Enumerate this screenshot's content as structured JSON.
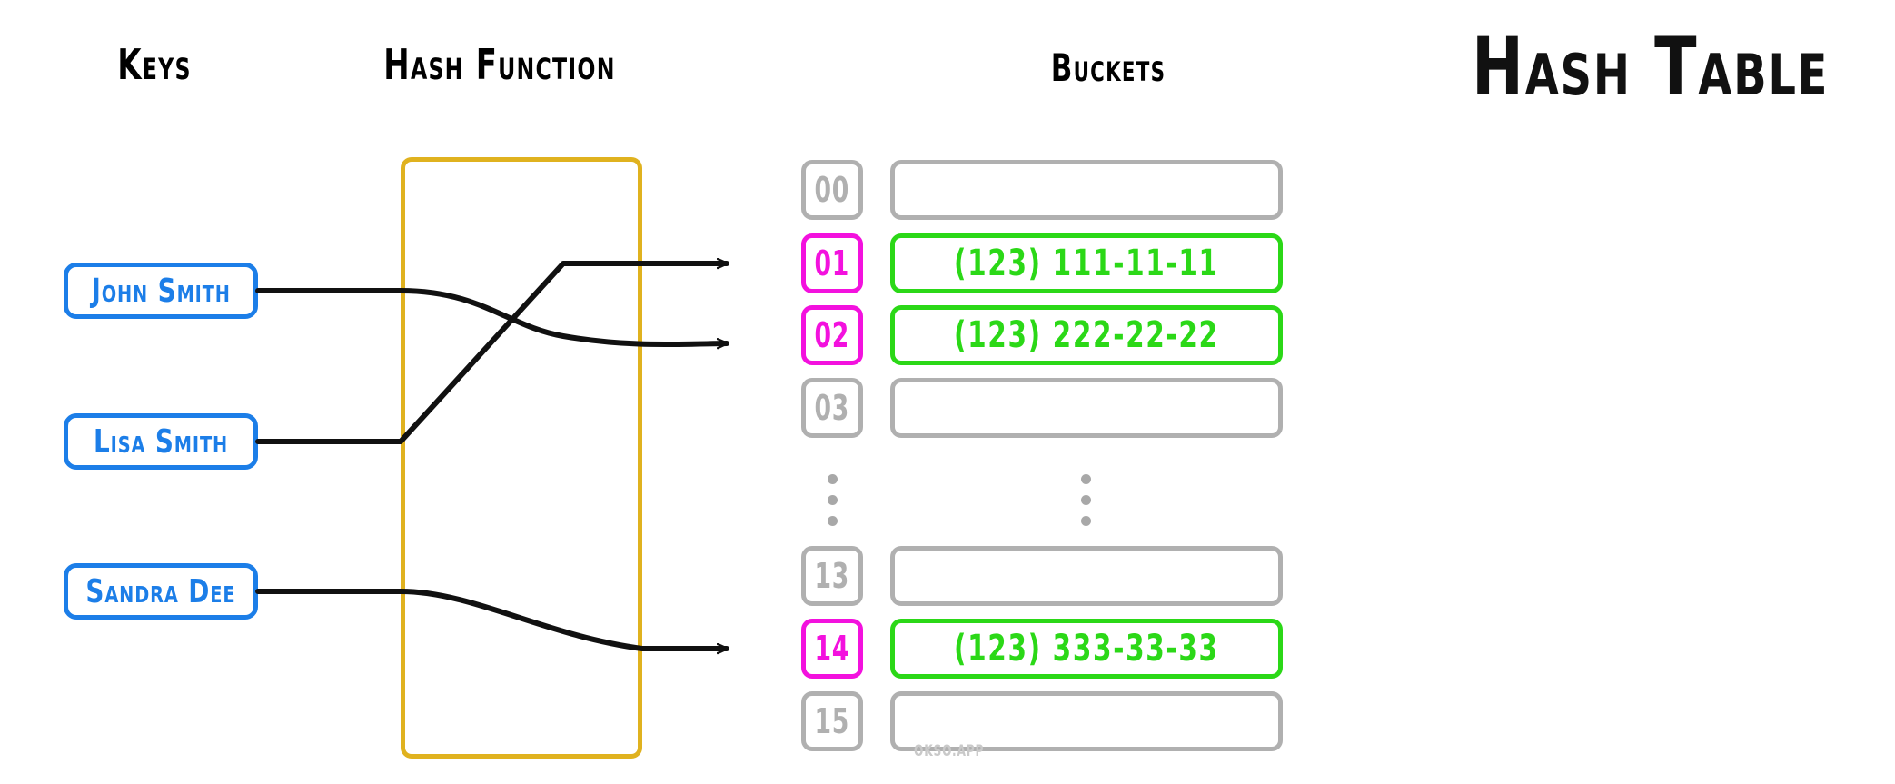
{
  "title": "Hash Table",
  "headers": {
    "keys": "Keys",
    "hash_function": "Hash Function",
    "buckets": "Buckets"
  },
  "colors": {
    "key_border": "#1C7EE8",
    "key_text": "#1C7EE8",
    "hash_box_border": "#E0B21F",
    "bucket_inactive": "#B0B0B0",
    "bucket_active": "#F311DE",
    "value_filled": "#2BD817",
    "wire": "#111111",
    "background": "#FFFFFF",
    "watermark": "#C9C9C9"
  },
  "keys": [
    {
      "label": "John Smith",
      "maps_to_index": "02"
    },
    {
      "label": "Lisa Smith",
      "maps_to_index": "01"
    },
    {
      "label": "Sandra Dee",
      "maps_to_index": "14"
    }
  ],
  "buckets_top": [
    {
      "index": "00",
      "value": "",
      "active": false,
      "filled": false
    },
    {
      "index": "01",
      "value": "(123) 111-11-11",
      "active": true,
      "filled": true
    },
    {
      "index": "02",
      "value": "(123) 222-22-22",
      "active": true,
      "filled": true
    },
    {
      "index": "03",
      "value": "",
      "active": false,
      "filled": false
    }
  ],
  "buckets_bottom": [
    {
      "index": "13",
      "value": "",
      "active": false,
      "filled": false
    },
    {
      "index": "14",
      "value": "(123) 333-33-33",
      "active": true,
      "filled": true
    },
    {
      "index": "15",
      "value": "",
      "active": false,
      "filled": false
    }
  ],
  "ellipsis": {
    "glyph": "vertical-three-dots",
    "count": 2
  },
  "watermark": "OKSO.APP"
}
